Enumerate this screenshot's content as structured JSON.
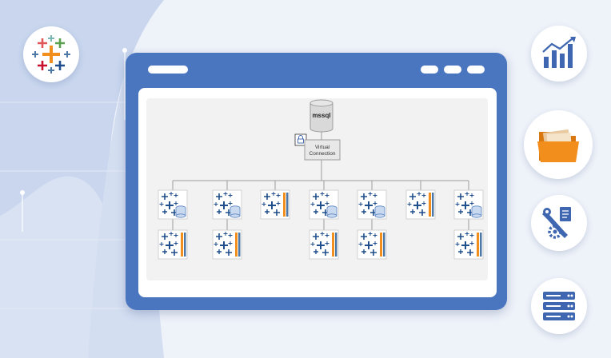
{
  "diagram": {
    "database_label": "mssql",
    "virtual_connection_label_line1": "Virtual",
    "virtual_connection_label_line2": "Connection"
  },
  "icons": {
    "brand": "tableau-logo-icon",
    "chart": "bar-chart-icon",
    "folder": "folder-icon",
    "tools": "tools-document-icon",
    "server": "server-icon",
    "lock": "lock-icon"
  },
  "colors": {
    "window": "#4a75bf",
    "background": "#c9d6ee",
    "accent_orange": "#f28e1c",
    "tableau_blue": "#1f4e8c"
  }
}
